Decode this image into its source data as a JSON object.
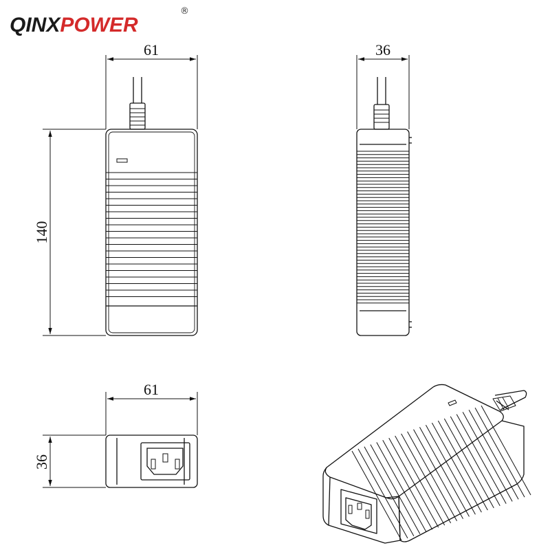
{
  "logo": {
    "part1": "QINX",
    "part2": "POWER",
    "registered": "®",
    "color_part1": "#1a1a1a",
    "color_part2": "#d42a2a"
  },
  "dimensions": {
    "front_width": "61",
    "front_height": "140",
    "side_width": "36",
    "end_width": "61",
    "end_height": "36"
  },
  "line_color": "#111111"
}
